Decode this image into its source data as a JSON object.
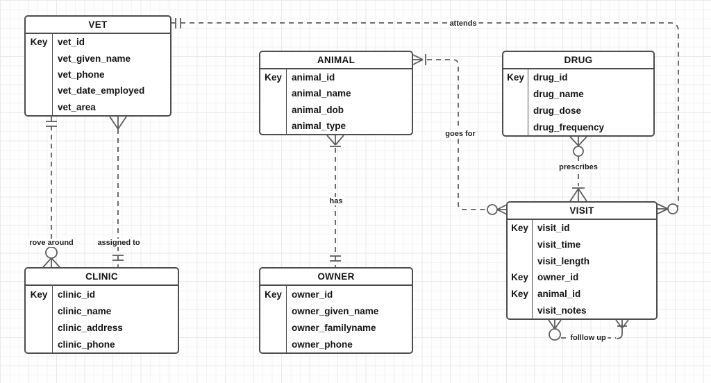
{
  "entities": {
    "vet": {
      "title": "VET",
      "fields": [
        {
          "key": "Key",
          "name": "vet_id"
        },
        {
          "key": "",
          "name": "vet_given_name"
        },
        {
          "key": "",
          "name": "vet_phone"
        },
        {
          "key": "",
          "name": "vet_date_employed"
        },
        {
          "key": "",
          "name": "vet_area"
        }
      ]
    },
    "animal": {
      "title": "ANIMAL",
      "fields": [
        {
          "key": "Key",
          "name": "animal_id"
        },
        {
          "key": "",
          "name": "animal_name"
        },
        {
          "key": "",
          "name": "animal_dob"
        },
        {
          "key": "",
          "name": "animal_type"
        }
      ]
    },
    "drug": {
      "title": "DRUG",
      "fields": [
        {
          "key": "Key",
          "name": "drug_id"
        },
        {
          "key": "",
          "name": "drug_name"
        },
        {
          "key": "",
          "name": "drug_dose"
        },
        {
          "key": "",
          "name": "drug_frequency"
        }
      ]
    },
    "clinic": {
      "title": "CLINIC",
      "fields": [
        {
          "key": "Key",
          "name": "clinic_id"
        },
        {
          "key": "",
          "name": "clinic_name"
        },
        {
          "key": "",
          "name": "clinic_address"
        },
        {
          "key": "",
          "name": "clinic_phone"
        }
      ]
    },
    "owner": {
      "title": "OWNER",
      "fields": [
        {
          "key": "Key",
          "name": "owner_id"
        },
        {
          "key": "",
          "name": "owner_given_name"
        },
        {
          "key": "",
          "name": "owner_familyname"
        },
        {
          "key": "",
          "name": "owner_phone"
        }
      ]
    },
    "visit": {
      "title": "VISIT",
      "fields": [
        {
          "key": "Key",
          "name": "visit_id"
        },
        {
          "key": "",
          "name": "visit_time"
        },
        {
          "key": "",
          "name": "visit_length"
        },
        {
          "key": "Key",
          "name": "owner_id"
        },
        {
          "key": "Key",
          "name": "animal_id"
        },
        {
          "key": "",
          "name": "visit_notes"
        }
      ]
    }
  },
  "relationships": {
    "attends": {
      "label": "attends",
      "from_entity": "VET",
      "to_entity": "VISIT",
      "from_notation": "one-and-only-one",
      "to_notation": "zero-or-many"
    },
    "rove_around": {
      "label": "rove around",
      "from_entity": "VET",
      "to_entity": "CLINIC",
      "from_notation": "one-and-only-one",
      "to_notation": "zero-or-many"
    },
    "assigned_to": {
      "label": "assigned to",
      "from_entity": "VET",
      "to_entity": "CLINIC",
      "from_notation": "many",
      "to_notation": "one-and-only-one"
    },
    "goes_for": {
      "label": "goes for",
      "from_entity": "ANIMAL",
      "to_entity": "VISIT",
      "from_notation": "one-or-many",
      "to_notation": "zero-or-many"
    },
    "has": {
      "label": "has",
      "from_entity": "ANIMAL",
      "to_entity": "OWNER",
      "from_notation": "one-or-many",
      "to_notation": "one-and-only-one"
    },
    "prescribes": {
      "label": "prescribes",
      "from_entity": "DRUG",
      "to_entity": "VISIT",
      "from_notation": "zero-or-many",
      "to_notation": "one-or-many"
    },
    "follow_up": {
      "label": "folllow up",
      "from_entity": "VISIT",
      "to_entity": "VISIT",
      "from_notation": "zero-or-many",
      "to_notation": "one-or-many"
    }
  },
  "colors": {
    "entity_border": "#4d4d4d",
    "line": "#5c5c5c",
    "text": "#141414",
    "grid_minor": "#f4f4f6",
    "grid_major": "#e9e9ec"
  }
}
